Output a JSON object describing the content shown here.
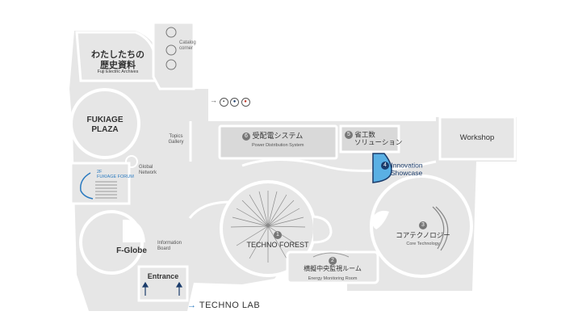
{
  "areas": {
    "archives": {
      "title_line1": "わたしたちの",
      "title_line2": "歴史資料",
      "subtitle": "Fuji Electric Archives"
    },
    "catalog": {
      "label_line1": "Catalog",
      "label_line2": "corner"
    },
    "fukiage_plaza": {
      "line1": "FUKIAGE",
      "line2": "PLAZA"
    },
    "global_network": {
      "line1": "Global",
      "line2": "Network"
    },
    "fukiage_forum": {
      "line1": "2F",
      "line2": "FUKIAGE FORUM"
    },
    "topics_gallery": {
      "line1": "Topics",
      "line2": "Gallery"
    },
    "power_distribution": {
      "number": "6",
      "ja": "受配電システム",
      "en": "Power Distribution System"
    },
    "energy_saving": {
      "number": "5",
      "line1": "省工数",
      "line2": "ソリューション"
    },
    "innovation_showcase": {
      "number": "4",
      "line1": "Innovation",
      "line2": "Showcase"
    },
    "workshop": {
      "label": "Workshop"
    },
    "techno_forest": {
      "number": "1",
      "label": "TECHNO FOREST"
    },
    "core_technology": {
      "number": "3",
      "ja": "コアテクノロジー",
      "en": "Core Technology"
    },
    "energy_monitoring": {
      "number": "2",
      "ja": "横擬中央監視ルーム",
      "en": "Energy Monitoring Room"
    },
    "f_globe": {
      "label": "F-Globe"
    },
    "information_board": {
      "line1": "Information",
      "line2": "Board"
    },
    "entrance": {
      "label": "Entrance"
    }
  },
  "footer": {
    "arrow": "→",
    "label": "TECHNO LAB"
  },
  "colors": {
    "floor": "#e6e6e6",
    "wall": "#ffffff",
    "highlight": "#5ab0e4",
    "highlight_dark": "#1b3c6b",
    "text": "#333333"
  },
  "icons": [
    "arrow-right-icon",
    "restroom-icon",
    "male-icon",
    "female-icon",
    "catalog-stand-icon",
    "entrance-arrow-icon",
    "tree-sculpture-icon",
    "stairs-icon"
  ]
}
